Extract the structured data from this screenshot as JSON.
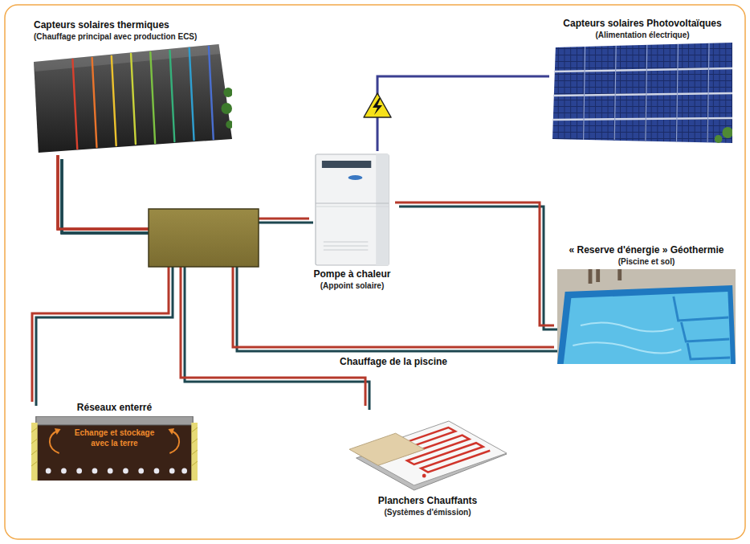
{
  "diagram": {
    "nodes": [
      {
        "text": [
          "Capteurs solaires thermiques",
          "(Chauffage principal avec production ECS)"
        ]
      },
      {
        "text": [
          "Capteurs solaires Photovoltaïques",
          "(Alimentation électrique)"
        ]
      },
      {
        "text": [
          "Pompe à chaleur",
          "(Appoint solaire)"
        ]
      },
      {
        "text": [
          "« Reserve d'énergie » Géothermie",
          "(Piscine et sol)"
        ]
      },
      {
        "text": [
          "Réseaux enterré",
          "Echange et stockage avec la terre"
        ]
      },
      {
        "text": [
          "Planchers Chauffants",
          "(Systèmes d'émission)"
        ]
      }
    ],
    "edges": [
      {
        "from": 0,
        "to": 2,
        "arrow": "none"
      },
      {
        "from": 0,
        "to": 3,
        "arrow": "none",
        "label": "Chauffage de la piscine"
      },
      {
        "from": 0,
        "to": 4,
        "arrow": "none"
      },
      {
        "from": 0,
        "to": 5,
        "arrow": "none"
      },
      {
        "from": 1,
        "to": 2,
        "arrow": "none"
      },
      {
        "from": 2,
        "to": 3,
        "arrow": "none"
      }
    ]
  }
}
